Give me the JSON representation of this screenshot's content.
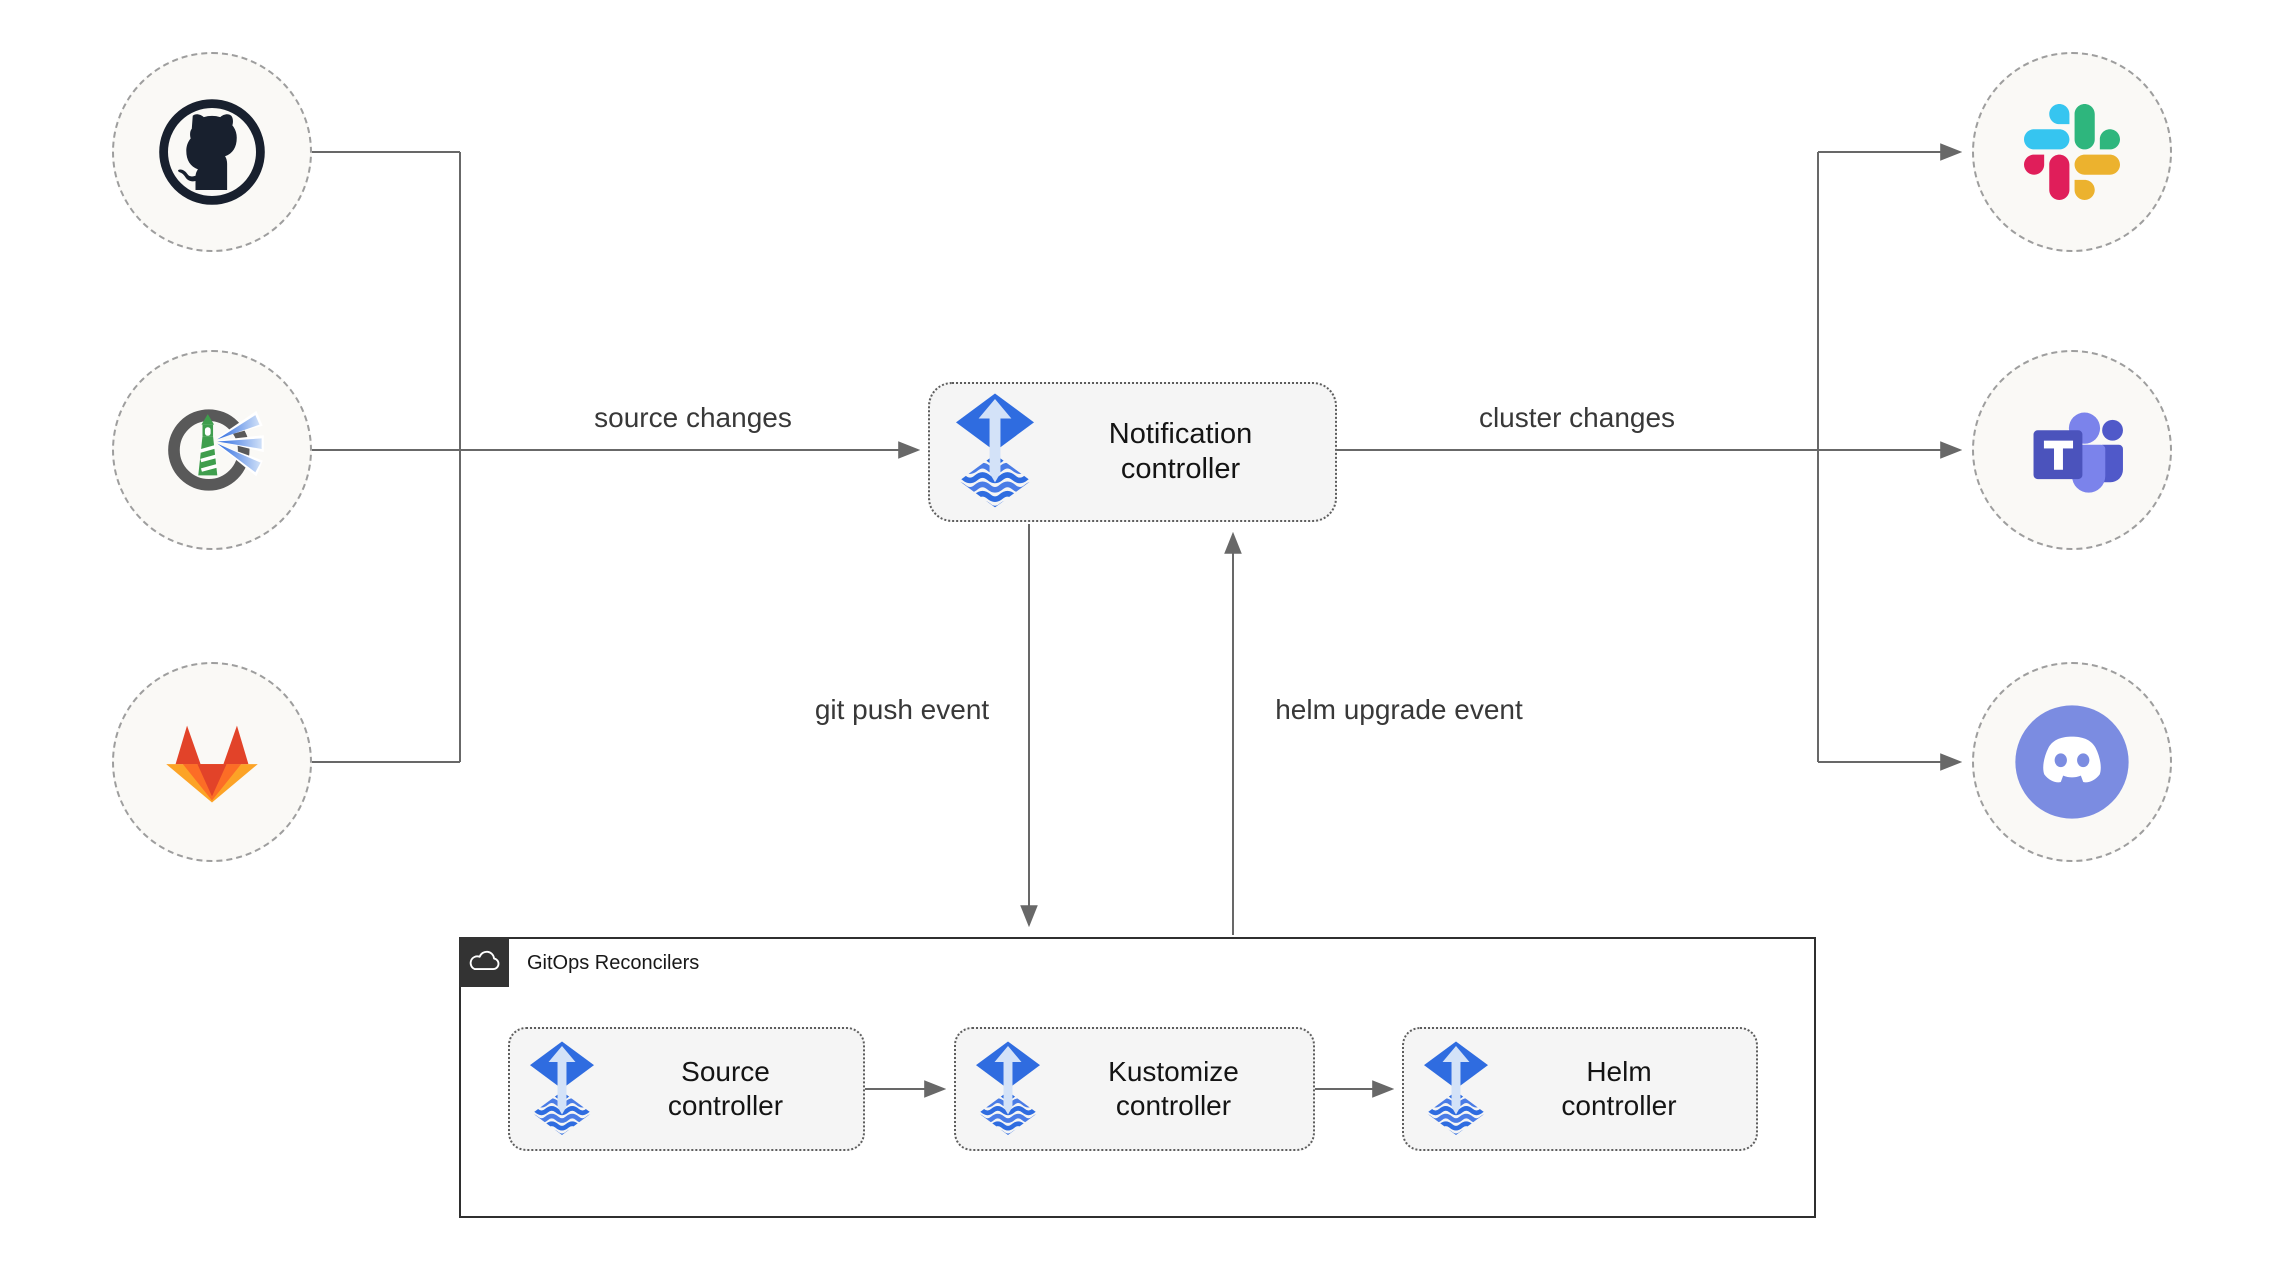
{
  "nodes": {
    "sources": [
      {
        "name": "github",
        "icon": "github-icon"
      },
      {
        "name": "harbor",
        "icon": "harbor-icon"
      },
      {
        "name": "gitlab",
        "icon": "gitlab-icon"
      }
    ],
    "targets": [
      {
        "name": "slack",
        "icon": "slack-icon"
      },
      {
        "name": "teams",
        "icon": "teams-icon"
      },
      {
        "name": "discord",
        "icon": "discord-icon"
      }
    ]
  },
  "notification": {
    "label": "Notification controller",
    "icon": "flux-icon"
  },
  "edge_labels": {
    "source_changes": "source changes",
    "cluster_changes": "cluster changes",
    "git_push": "git push event",
    "helm_upgrade": "helm upgrade event"
  },
  "reconcilers": {
    "title": "GitOps Reconcilers",
    "badge_icon": "cloud-icon",
    "controllers": [
      {
        "label": "Source controller",
        "icon": "flux-icon"
      },
      {
        "label": "Kustomize controller",
        "icon": "flux-icon"
      },
      {
        "label": "Helm controller",
        "icon": "flux-icon"
      }
    ]
  },
  "colors": {
    "flux_blue": "#2f6ce0",
    "flux_arrow": "#d3e2f8",
    "line_gray": "#686868",
    "box_fill": "#f5f5f5",
    "node_fill": "#faf9f6",
    "container_border": "#2f2f2f",
    "slack_blue": "#36C5F0",
    "slack_green": "#2EB67D",
    "slack_red": "#E01E5A",
    "slack_yellow": "#ECB22E",
    "gitlab_red": "#e24329",
    "gitlab_orange": "#fc6d26",
    "gitlab_yellow": "#fca326",
    "discord_blurple": "#7b8ce1",
    "teams_indigo": "#4b53bc",
    "teams_light": "#7b83eb",
    "teams_mid": "#5059c9",
    "harbor_gray": "#595959",
    "harbor_green": "#3f9e4d",
    "harbor_beam": "#3b82f6",
    "github_dark": "#18202e"
  }
}
